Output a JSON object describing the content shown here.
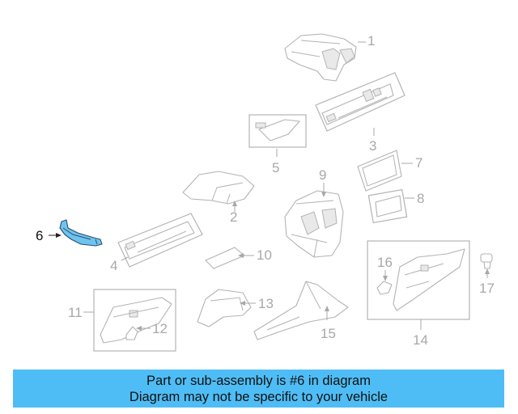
{
  "callouts": {
    "c1": "1",
    "c2": "2",
    "c3": "3",
    "c4": "4",
    "c5": "5",
    "c6": "6",
    "c7": "7",
    "c8": "8",
    "c9": "9",
    "c10": "10",
    "c11": "11",
    "c12": "12",
    "c13": "13",
    "c14": "14",
    "c15": "15",
    "c16": "16",
    "c17": "17"
  },
  "highlighted_part": "6",
  "colors": {
    "highlight_fill": "#6fc3ef",
    "banner_background": "#4fbdf5",
    "line_art": "#b3b3b3"
  },
  "banner": {
    "line1": "Part or sub-assembly is #6 in diagram",
    "line2": "Diagram may not be specific to your vehicle"
  }
}
